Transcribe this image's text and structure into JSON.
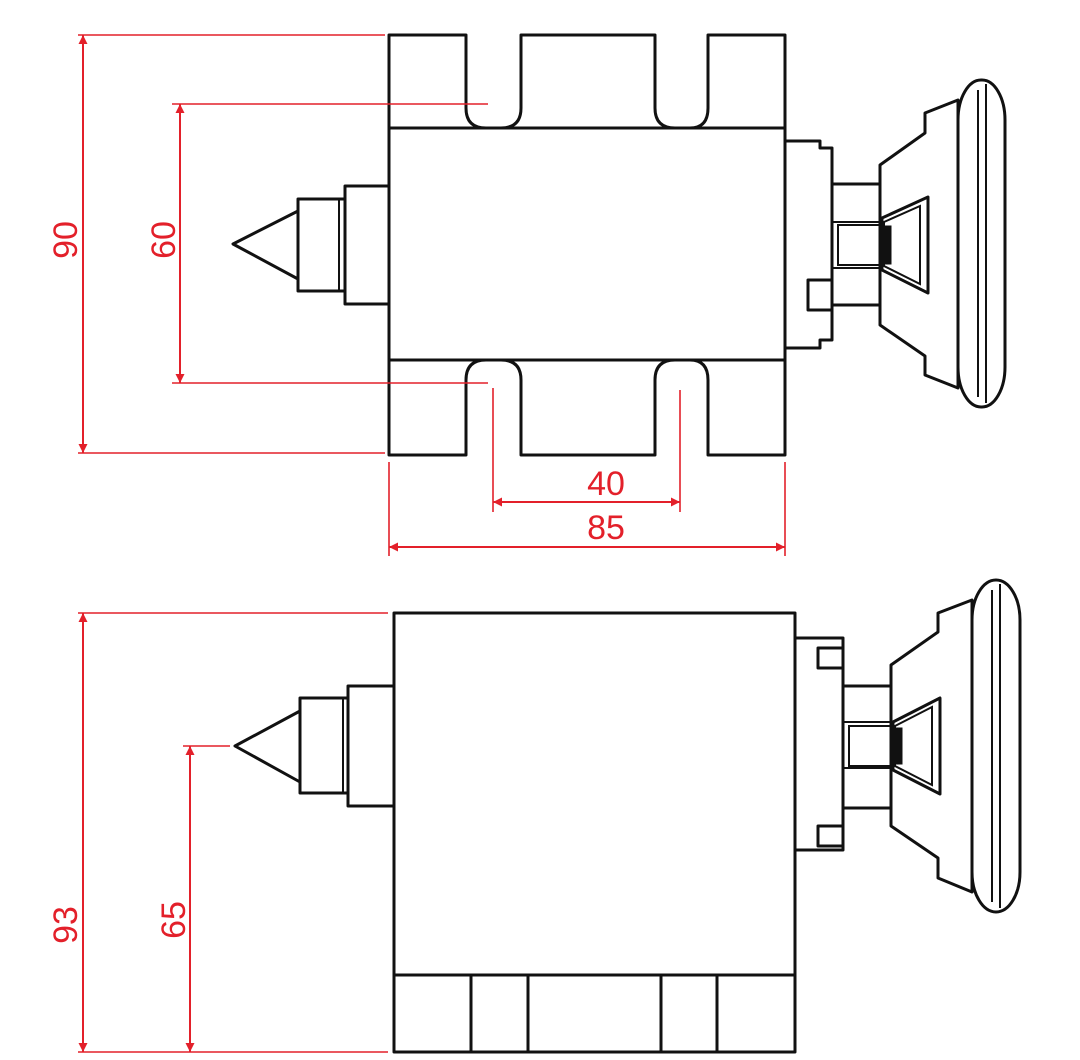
{
  "colors": {
    "outline": "#111111",
    "dimension": "#e3202a",
    "background": "#ffffff"
  },
  "dimensions": {
    "top_view_overall_height": "90",
    "top_view_center_span": "60",
    "top_view_slot_spacing": "40",
    "top_view_body_length": "85",
    "side_view_overall_height": "93",
    "side_view_center_height": "65"
  }
}
